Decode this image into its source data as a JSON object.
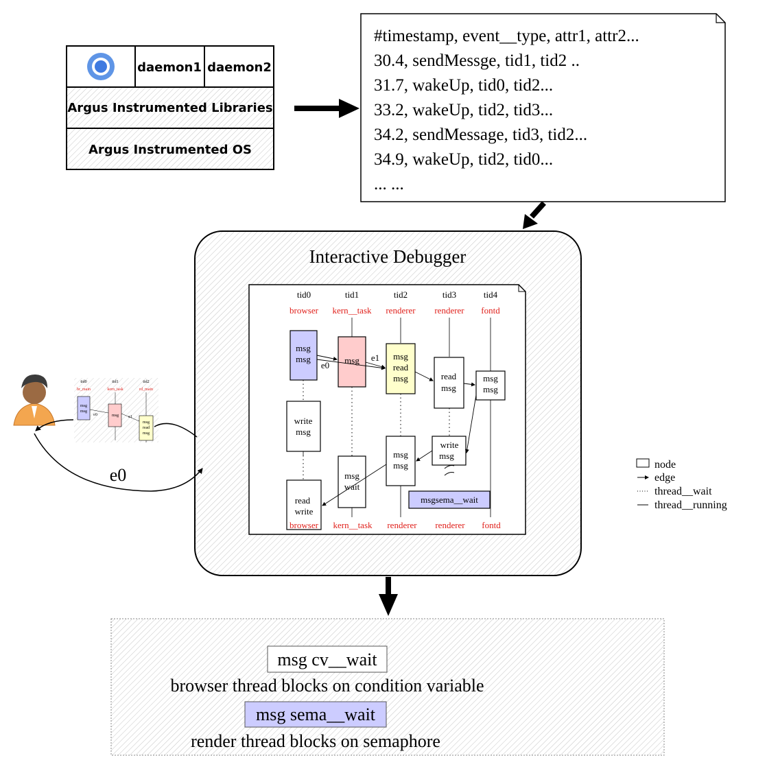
{
  "stack": {
    "app_icon": "chrome-icon",
    "daemon1": "daemon1",
    "daemon2": "daemon2",
    "libraries": "Argus Instrumented Libraries",
    "os": "Argus Instrumented OS"
  },
  "trace_log": {
    "lines": [
      "#timestamp, event__type, attr1, attr2...",
      "30.4, sendMessge, tid1, tid2 ..",
      "31.7, wakeUp, tid0, tid2...",
      "33.2, wakeUp, tid2, tid3...",
      "34.2, sendMessage, tid3, tid2...",
      "34.9, wakeUp, tid2, tid0...",
      "... ..."
    ]
  },
  "debugger": {
    "title": "Interactive Debugger",
    "threads": [
      {
        "tid": "tid0",
        "name": "browser"
      },
      {
        "tid": "tid1",
        "name": "kern__task"
      },
      {
        "tid": "tid2",
        "name": "renderer"
      },
      {
        "tid": "tid3",
        "name": "renderer"
      },
      {
        "tid": "tid4",
        "name": "fontd"
      }
    ],
    "nodes": {
      "b1": [
        "msg",
        "msg"
      ],
      "k1": [
        "msg"
      ],
      "r1": [
        "msg",
        "read",
        "msg"
      ],
      "t3a": [
        "read",
        "msg"
      ],
      "t4a": [
        "msg",
        "msg"
      ],
      "b2": [
        "write",
        "msg"
      ],
      "r2": [
        "msg",
        "msg"
      ],
      "t3b": [
        "write",
        "msg"
      ],
      "k2": [
        "msg",
        "wait"
      ],
      "b3": [
        "read",
        "write"
      ]
    },
    "edge_labels": {
      "e0": "e0",
      "e1": "e1"
    },
    "sema_label": "msgsema__wait",
    "colors": {
      "browser": "#ccccff",
      "kern": "#ffcccc",
      "renderer": "#ffffcc",
      "sema": "#ccccff",
      "thread_name": "#e0201b"
    }
  },
  "thumbnail": {
    "tids": [
      "tid0",
      "tid1",
      "tid2"
    ],
    "names": [
      "br_main",
      "kern_task",
      "rd_main"
    ],
    "node_a": [
      "msg",
      "msg"
    ],
    "node_b": [
      "msg"
    ],
    "node_c": [
      "msg",
      "read",
      "msg"
    ],
    "edge0": "e0",
    "edge1": "e1"
  },
  "user": {
    "icon": "user-avatar-icon",
    "edge_label": "e0"
  },
  "legend": {
    "node": "node",
    "edge": "edge",
    "thread_wait": "thread__wait",
    "thread_running": "thread__running"
  },
  "output": {
    "cv_label": "msg cv__wait",
    "cv_desc": "browser thread blocks on condition variable",
    "sema_label": "msg sema__wait",
    "sema_desc": "render thread blocks on semaphore"
  }
}
